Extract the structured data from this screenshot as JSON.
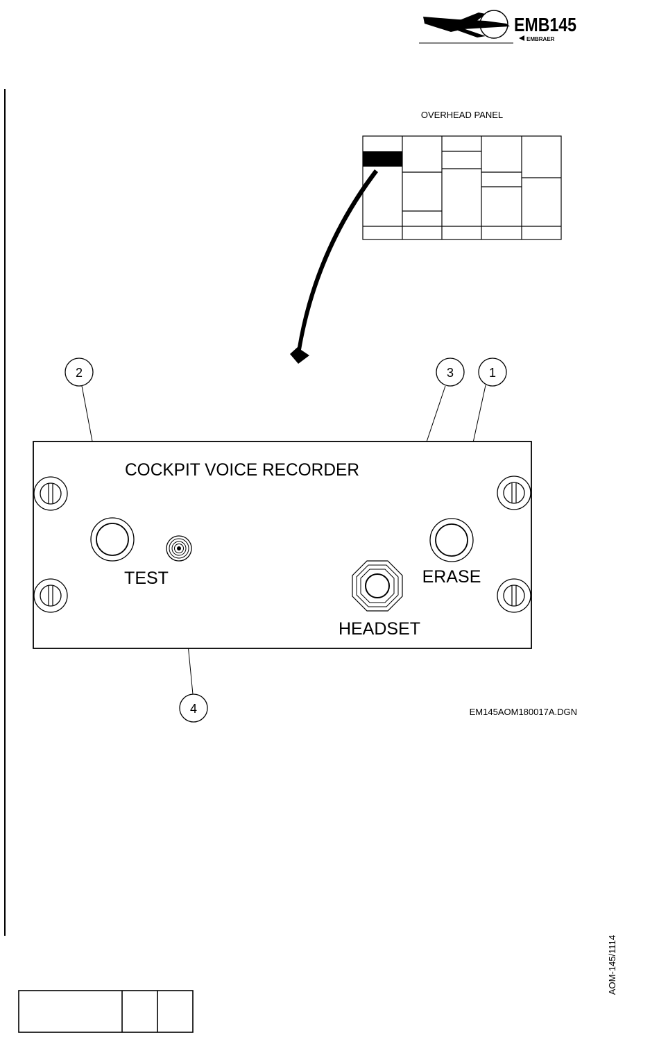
{
  "header": {
    "logo_text": "EMB145",
    "logo_subtext": "EMBRAER"
  },
  "overhead_panel": {
    "title": "OVERHEAD PANEL"
  },
  "panel": {
    "title": "COCKPIT VOICE RECORDER",
    "test_label": "TEST",
    "erase_label": "ERASE",
    "headset_label": "HEADSET"
  },
  "callouts": [
    {
      "number": "1",
      "target": "erase-button"
    },
    {
      "number": "2",
      "target": "test-button"
    },
    {
      "number": "3",
      "target": "headset-jack"
    },
    {
      "number": "4",
      "target": "status-indicator"
    }
  ],
  "drawing_id": "EM145AOM180017A.DGN",
  "page_code": "AOM-145/1114",
  "colors": {
    "ink": "#000000",
    "paper": "#ffffff"
  }
}
